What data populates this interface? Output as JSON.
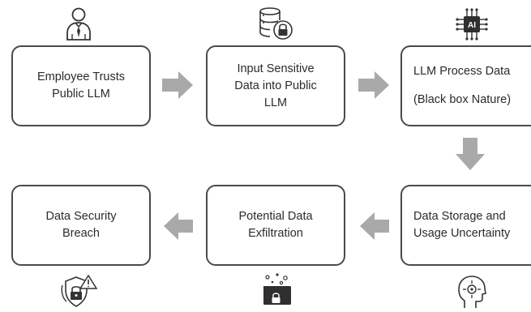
{
  "steps": [
    {
      "lines": [
        "Employee Trusts",
        "Public LLM"
      ],
      "icon": "employee-icon"
    },
    {
      "lines": [
        "Input Sensitive",
        "Data into Public",
        "LLM"
      ],
      "icon": "database-lock-icon"
    },
    {
      "lines": [
        "LLM Process Data",
        "(Black box Nature)"
      ],
      "icon": "ai-chip-icon"
    },
    {
      "lines": [
        "Data Security",
        "Breach"
      ],
      "icon": "shield-alert-icon"
    },
    {
      "lines": [
        "Potential Data",
        "Exfiltration"
      ],
      "icon": "folder-exfiltration-icon"
    },
    {
      "lines": [
        "Data Storage and",
        "Usage Uncertainty"
      ],
      "icon": "head-question-icon"
    }
  ],
  "chip_label": "AI",
  "colors": {
    "border": "#4a4a4a",
    "arrow": "#a9a9a9",
    "text": "#2b2b2b",
    "icon": "#333333"
  }
}
